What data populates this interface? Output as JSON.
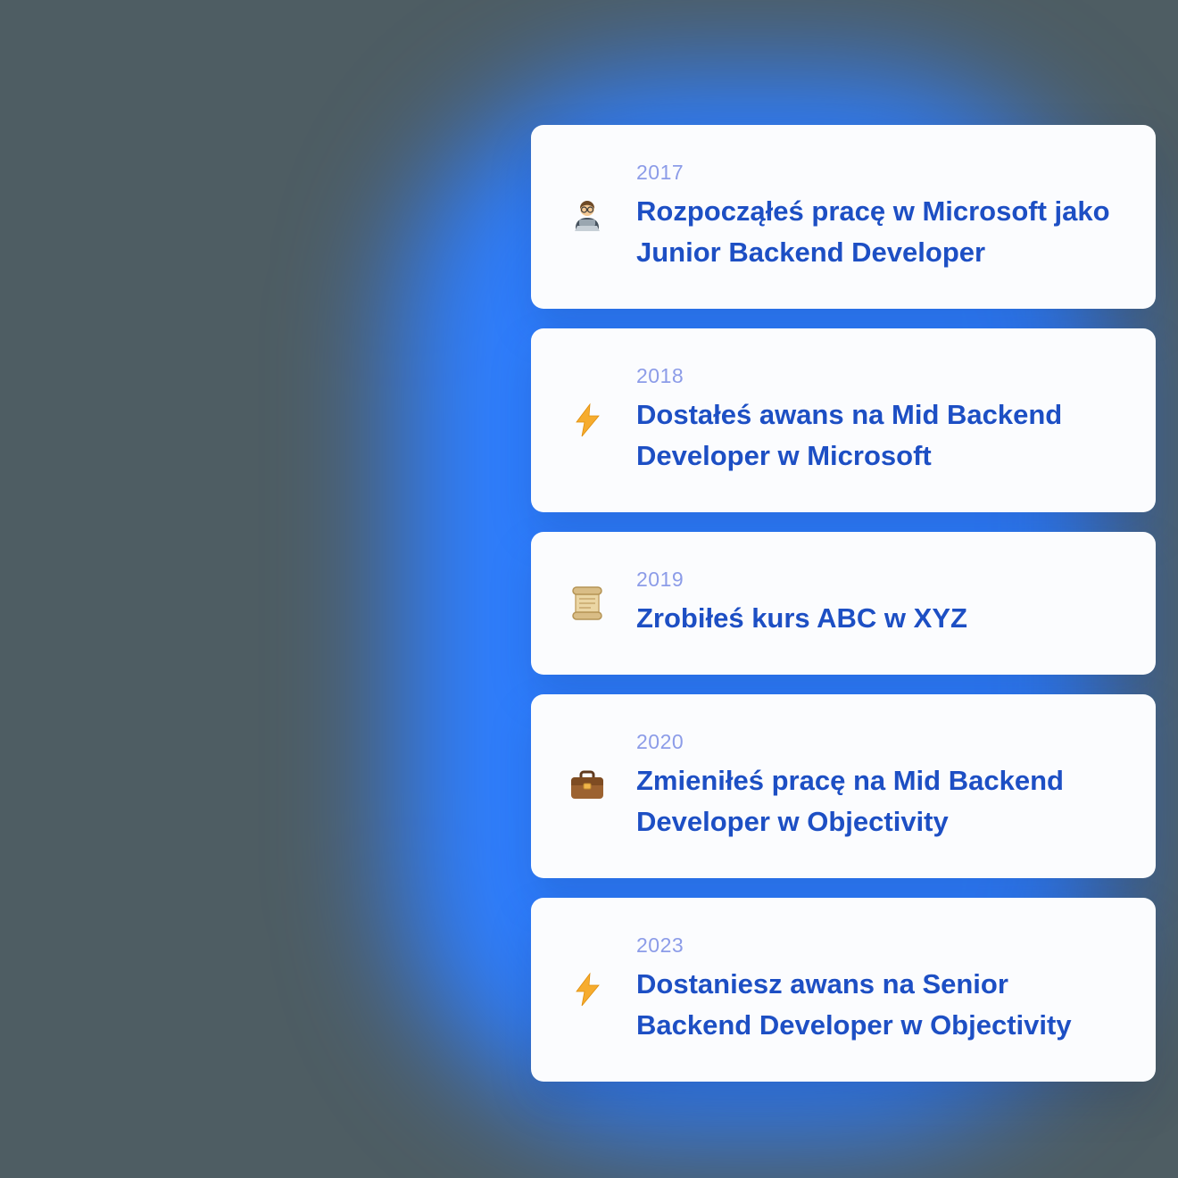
{
  "page": {
    "background_color": "#4E5D63",
    "glow_color": "#2E7EFF",
    "card_background": "#FBFCFE",
    "year_text_color": "#8C9CE8",
    "title_text_color": "#1D4FC4"
  },
  "timeline": {
    "items": [
      {
        "year": "2017",
        "title": "Rozpocząłeś pracę w Microsoft jako Junior Backend Developer",
        "icon": "technologist-icon"
      },
      {
        "year": "2018",
        "title": "Dostałeś awans na Mid Backend Developer w Microsoft",
        "icon": "lightning-icon"
      },
      {
        "year": "2019",
        "title": "Zrobiłeś kurs ABC w XYZ",
        "icon": "scroll-icon"
      },
      {
        "year": "2020",
        "title": "Zmieniłeś pracę na Mid Backend Developer w Objectivity",
        "icon": "briefcase-icon"
      },
      {
        "year": "2023",
        "title": "Dostaniesz awans na Senior Backend Developer w Objectivity",
        "icon": "lightning-icon"
      }
    ]
  }
}
